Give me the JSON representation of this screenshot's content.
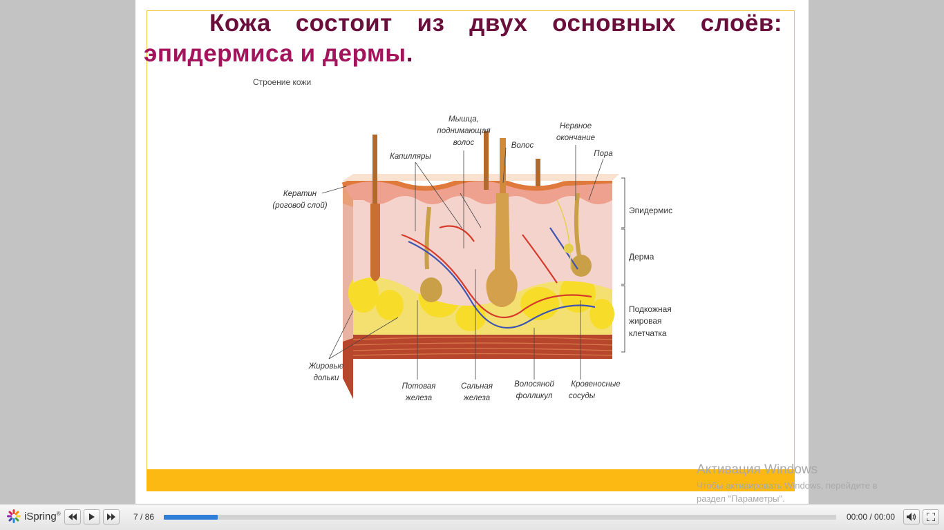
{
  "slide": {
    "title_part1": "Кожа состоит из двух основных слоёв: ",
    "title_part2": "эпидермиса и дермы",
    "title_end": "."
  },
  "diagram": {
    "heading": "Строение кожи",
    "labels": {
      "muscle_1": "Мышца,",
      "muscle_2": "поднимающая",
      "muscle_3": "волос",
      "hair": "Волос",
      "nerve_1": "Нервное",
      "nerve_2": "окончание",
      "pore": "Пора",
      "capillaries": "Капилляры",
      "keratin_1": "Кератин",
      "keratin_2": "(роговой слой)",
      "epidermis": "Эпидермис",
      "dermis": "Дерма",
      "hypodermis_1": "Подкожная",
      "hypodermis_2": "жировая",
      "hypodermis_3": "клетчатка",
      "fat_1": "Жировые",
      "fat_2": "дольки",
      "sweat_1": "Потовая",
      "sweat_2": "железа",
      "sebaceous_1": "Сальная",
      "sebaceous_2": "железа",
      "follicle_1": "Волосяной",
      "follicle_2": "фолликул",
      "vessels_1": "Кровеносные",
      "vessels_2": "сосуды"
    }
  },
  "watermark": {
    "title": "Активация Windows",
    "line1": "Чтобы активировать Windows, перейдите в",
    "line2": "раздел \"Параметры\"."
  },
  "player": {
    "brand": "iSpring",
    "brand_mark": "®",
    "slide_counter": "7 / 86",
    "progress_fraction": 0.08,
    "time": "00:00 / 00:00",
    "accent_color": "#2f7fd9"
  }
}
